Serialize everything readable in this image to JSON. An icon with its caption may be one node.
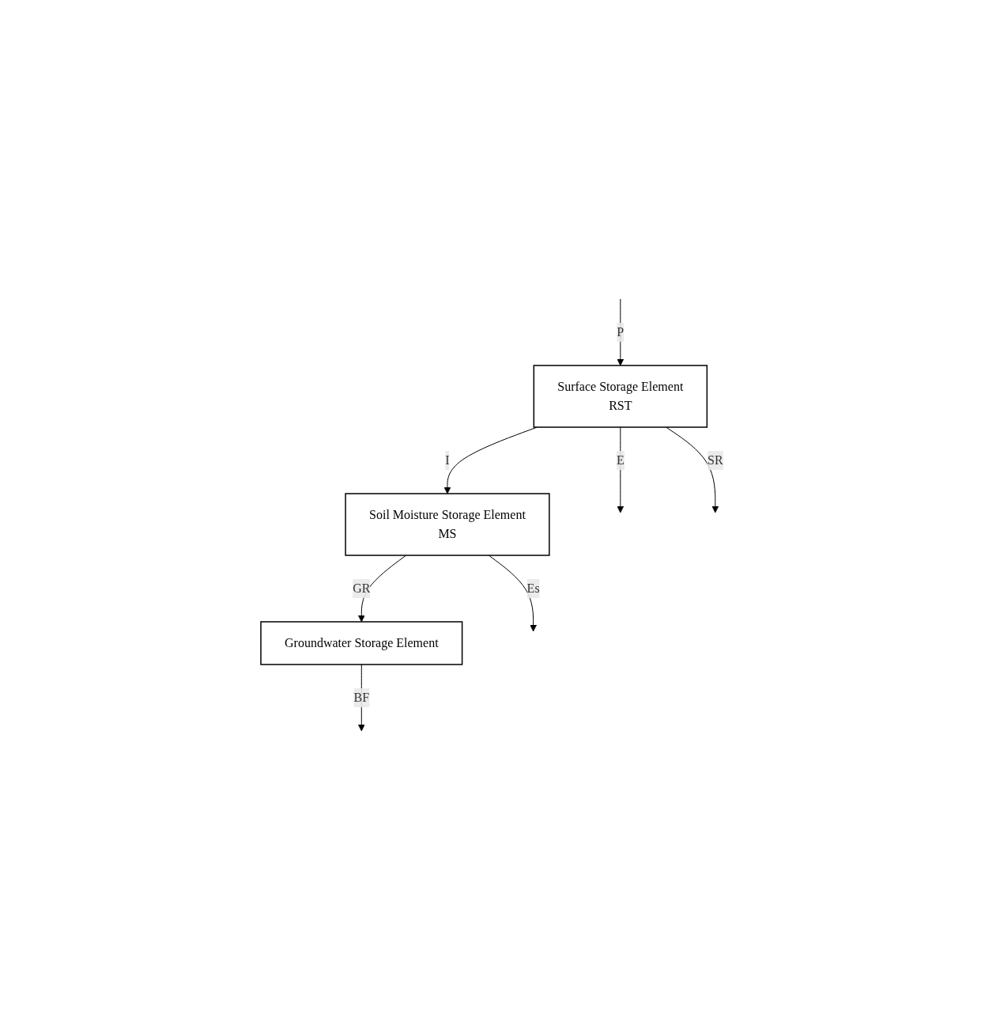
{
  "diagram": {
    "nodes": [
      {
        "text": [
          "Surface Storage Element",
          "RST"
        ]
      },
      {
        "text": [
          "Soil Moisture Storage Element",
          "MS"
        ]
      },
      {
        "text": [
          "Groundwater Storage Element"
        ]
      }
    ],
    "edges": [
      {
        "from": 0,
        "to": null,
        "arrow": "to",
        "label": "E"
      },
      {
        "from": null,
        "to": 0,
        "arrow": "to",
        "label": "P"
      },
      {
        "from": 0,
        "to": null,
        "arrow": "to",
        "label": "SR"
      },
      {
        "from": 0,
        "to": 1,
        "arrow": "to",
        "label": "I"
      },
      {
        "from": 1,
        "to": null,
        "arrow": "to",
        "label": "Es"
      },
      {
        "from": 1,
        "to": 2,
        "arrow": "to",
        "label": "GR"
      },
      {
        "from": 2,
        "to": null,
        "arrow": "to",
        "label": "BF"
      }
    ]
  }
}
